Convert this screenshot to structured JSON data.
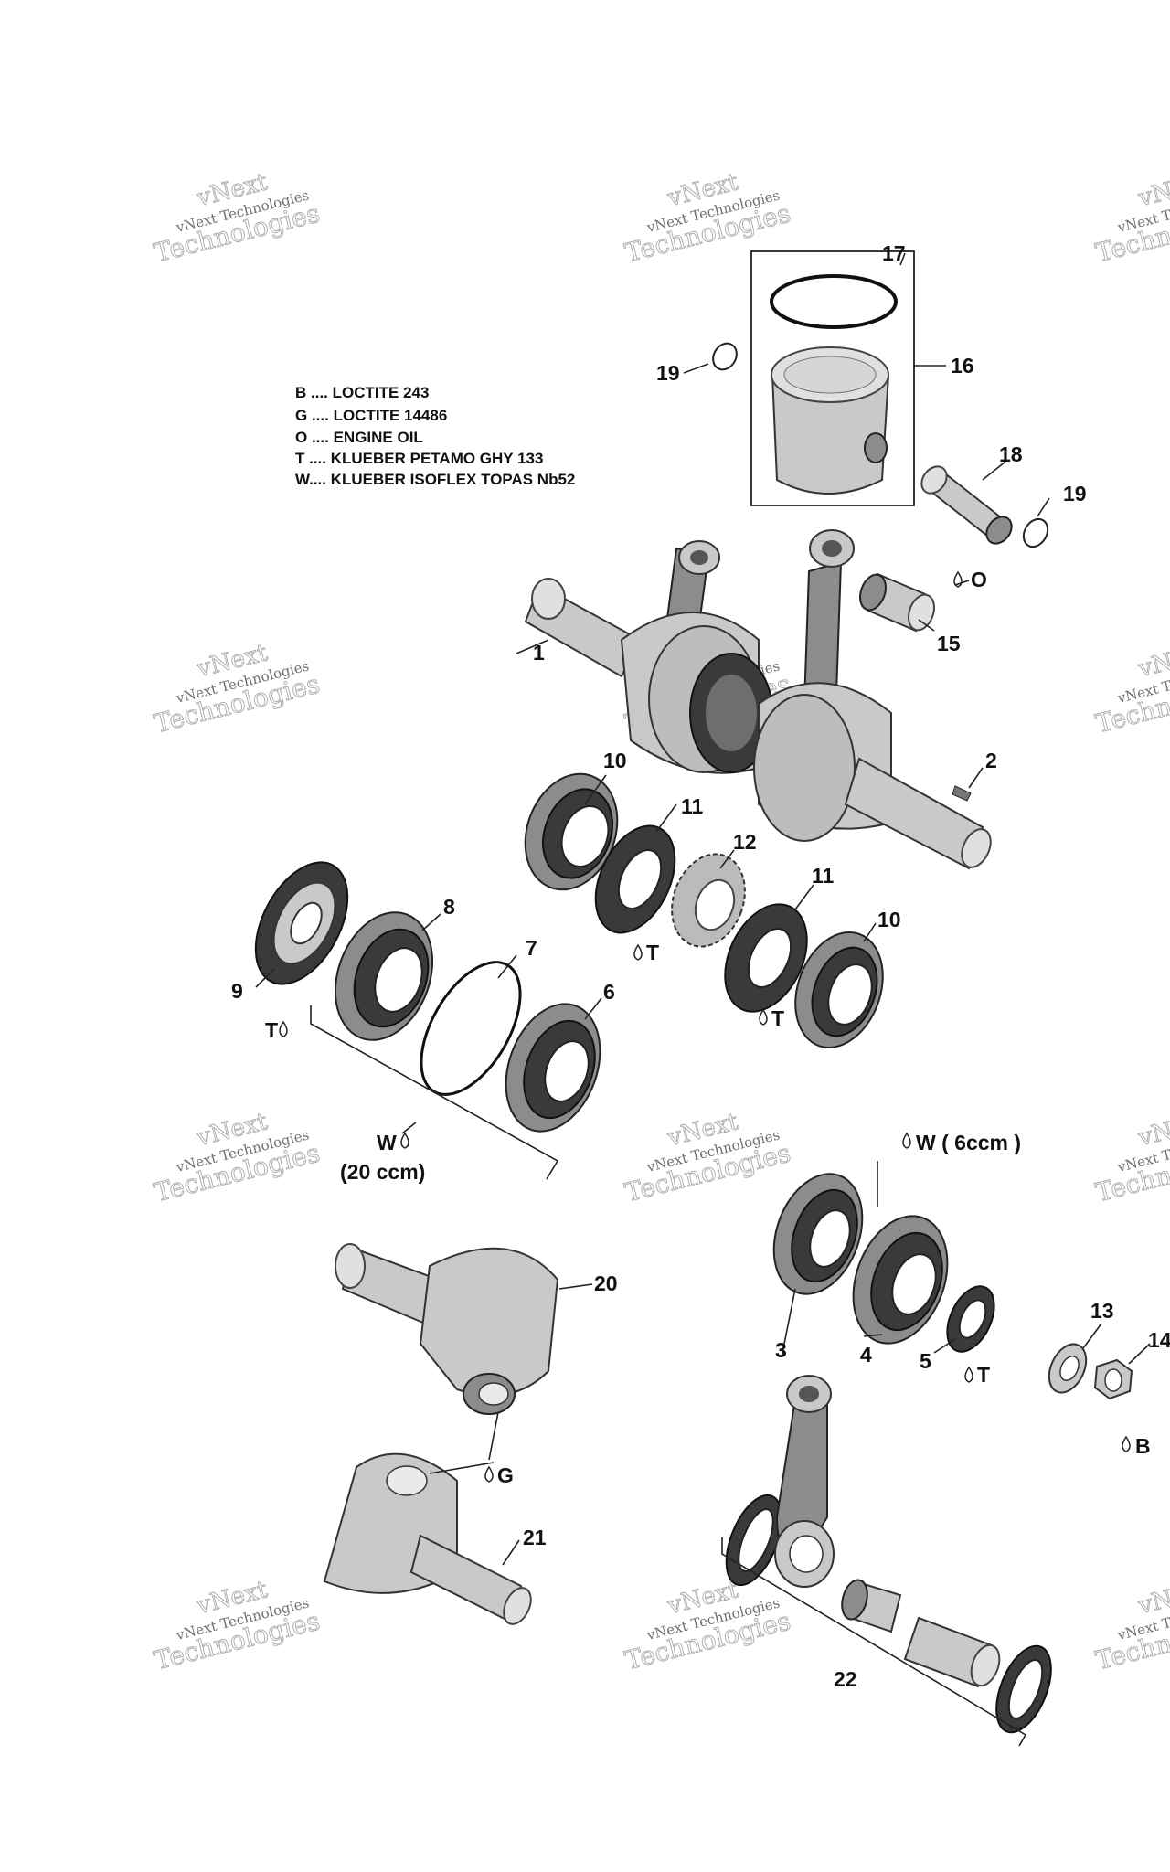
{
  "legend": [
    {
      "code": "B",
      "sep": " .... ",
      "text": "LOCTITE 243"
    },
    {
      "code": "G",
      "sep": " .... ",
      "text": "LOCTITE 14486"
    },
    {
      "code": "O",
      "sep": " .... ",
      "text": "ENGINE OIL"
    },
    {
      "code": "T",
      "sep": " .... ",
      "text": "KLUEBER PETAMO GHY 133"
    },
    {
      "code": "W",
      "sep": ".... ",
      "text": "KLUEBER ISOFLEX TOPAS Nb52"
    }
  ],
  "callouts": {
    "c1": "1",
    "c2": "2",
    "c3": "3",
    "c4": "4",
    "c5": "5",
    "c6": "6",
    "c7": "7",
    "c8": "8",
    "c9": "9",
    "c10a": "10",
    "c10b": "10",
    "c11a": "11",
    "c11b": "11",
    "c12": "12",
    "c13": "13",
    "c14": "14",
    "c15": "15",
    "c16": "16",
    "c17": "17",
    "c18": "18",
    "c19a": "19",
    "c19b": "19",
    "c20": "20",
    "c21": "21",
    "c22": "22"
  },
  "lube_marks": {
    "o_piston": "O",
    "t_seal_left": "T",
    "t_seal_center": "T",
    "t_seal_right": "T",
    "t_seal_5": "T",
    "w_bearings": "W",
    "w_bearings_qty": "(20 ccm)",
    "w_bearing_4": "W ( 6ccm )",
    "g_crank": "G",
    "b_nut": "B"
  },
  "watermark": {
    "brand": "vNext",
    "company": "vNext Technologies",
    "word": "Technologies"
  }
}
